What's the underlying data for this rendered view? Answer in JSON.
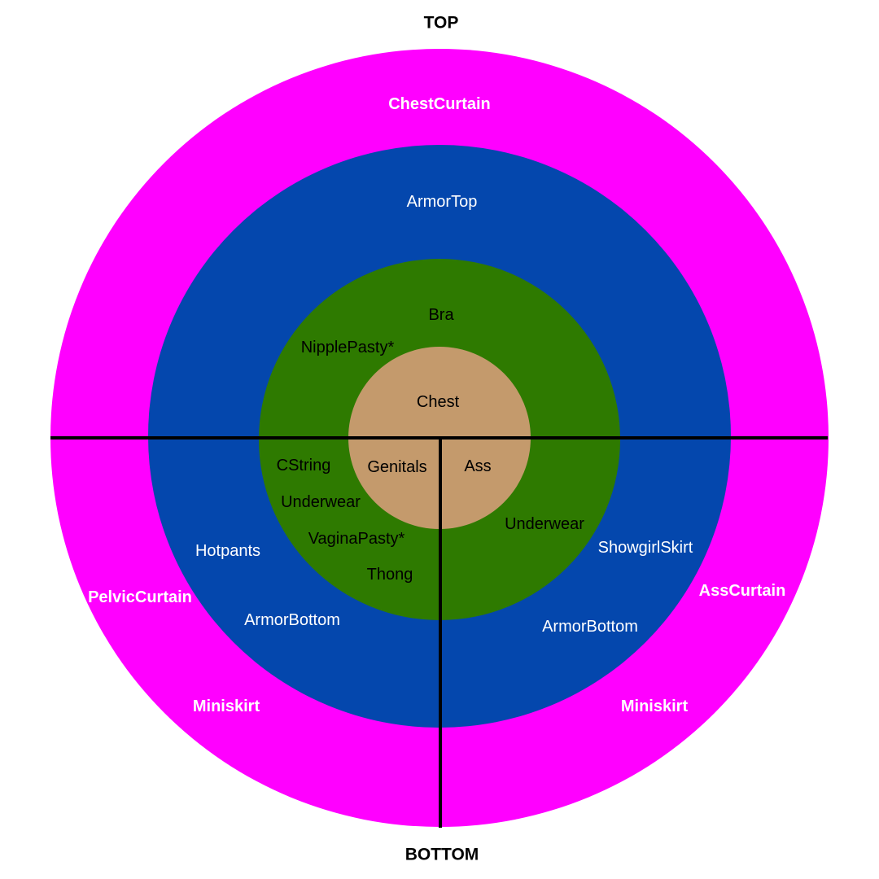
{
  "edges": {
    "top": "TOP",
    "bottom": "BOTTOM"
  },
  "colors": {
    "outer_ring": "#ff00ff",
    "armor_ring": "#0447ad",
    "inner_ring": "#2e7a00",
    "core": "#c49a6c",
    "divider": "#000000",
    "light_text": "#ffffff",
    "dark_text": "#000000"
  },
  "rings": {
    "outer": {
      "name": "outer-ring",
      "labels": {
        "top": "ChestCurtain",
        "left": "PelvicCurtain",
        "right": "AssCurtain",
        "bottom_left": "Miniskirt",
        "bottom_right": "Miniskirt"
      }
    },
    "armor": {
      "name": "armor-ring",
      "labels": {
        "top": "ArmorTop",
        "left_hotpants": "Hotpants",
        "left_bottom": "ArmorBottom",
        "right_skirt": "ShowgirlSkirt",
        "right_bottom": "ArmorBottom"
      }
    },
    "inner": {
      "name": "inner-ring",
      "labels": {
        "top_bra": "Bra",
        "top_pasty": "NipplePasty*",
        "left_cstring": "CString",
        "left_underwear": "Underwear",
        "left_pasty": "VaginaPasty*",
        "left_thong": "Thong",
        "right_underwear": "Underwear"
      }
    },
    "core": {
      "labels": {
        "top": "Chest",
        "left": "Genitals",
        "right": "Ass"
      }
    }
  }
}
